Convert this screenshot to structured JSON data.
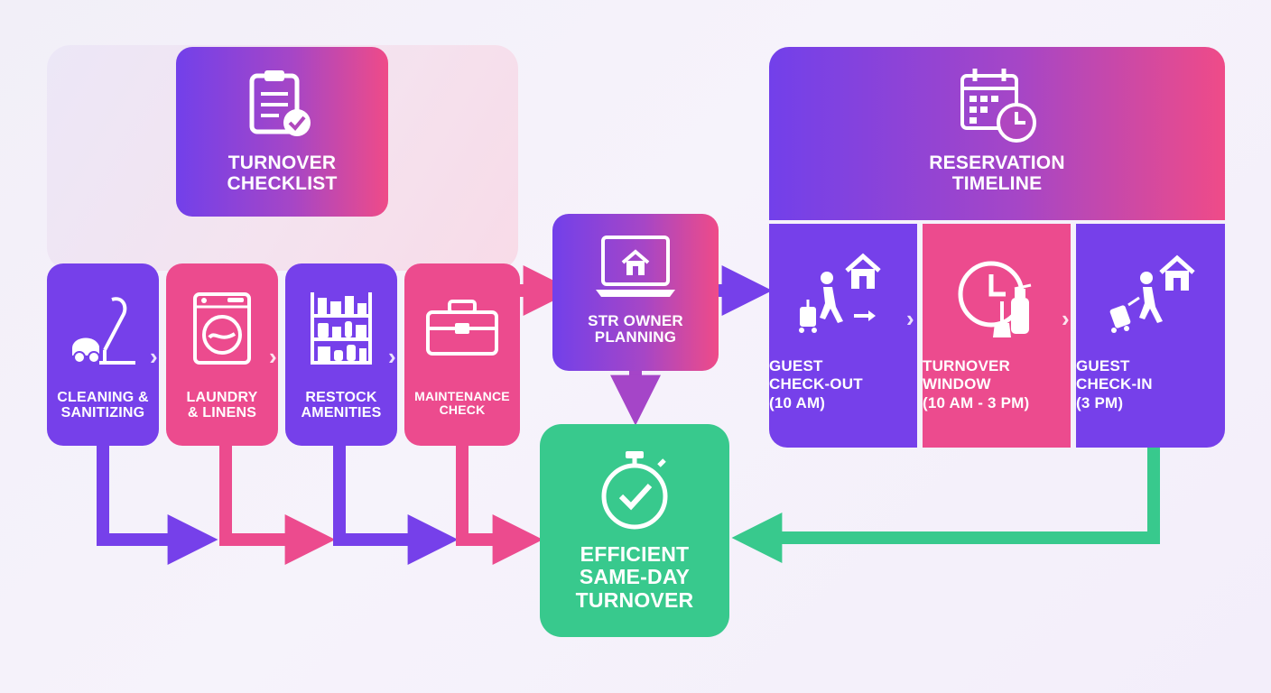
{
  "checklist": {
    "title_line1": "TURNOVER",
    "title_line2": "CHECKLIST",
    "tasks": [
      {
        "line1": "CLEANING &",
        "line2": "SANITIZING",
        "icon": "vacuum-icon"
      },
      {
        "line1": "LAUNDRY",
        "line2": "& LINENS",
        "icon": "washing-machine-icon"
      },
      {
        "line1": "RESTOCK",
        "line2": "AMENITIES",
        "icon": "shelf-icon"
      },
      {
        "line1": "MAINTENANCE",
        "line2": "CHECK",
        "icon": "toolbox-icon"
      }
    ]
  },
  "planning": {
    "line1": "STR OWNER",
    "line2": "PLANNING",
    "icon": "laptop-home-icon"
  },
  "outcome": {
    "line1": "EFFICIENT",
    "line2": "SAME-DAY",
    "line3": "TURNOVER",
    "icon": "stopwatch-check-icon"
  },
  "timeline": {
    "title_line1": "RESERVATION",
    "title_line2": "TIMELINE",
    "steps": [
      {
        "line1": "GUEST",
        "line2": "CHECK-OUT",
        "line3": "(10 AM)",
        "icon": "guest-leaving-icon"
      },
      {
        "line1": "TURNOVER",
        "line2": "WINDOW",
        "line3": "(10 AM - 3 PM)",
        "icon": "clock-cleaning-icon"
      },
      {
        "line1": "GUEST",
        "line2": "CHECK-IN",
        "line3": "(3 PM)",
        "icon": "guest-arriving-icon"
      }
    ]
  },
  "colors": {
    "purple": "#7640ea",
    "pink": "#ec4b8e",
    "green": "#38c98d",
    "background": "#f3f0f9"
  }
}
